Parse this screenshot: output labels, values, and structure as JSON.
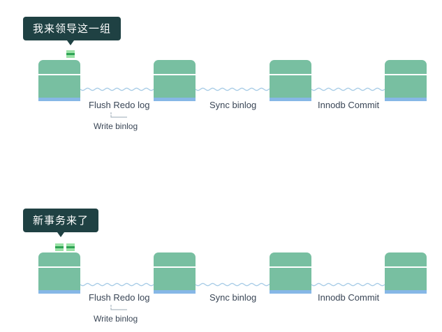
{
  "panels": [
    {
      "callout": "我来领导这一组",
      "token_count": 1,
      "steps": [
        "Flush Redo log",
        "Sync binlog",
        "Innodb Commit"
      ],
      "sub_step": "Write binlog"
    },
    {
      "callout": "新事务来了",
      "token_count": 2,
      "steps": [
        "Flush Redo log",
        "Sync binlog",
        "Innodb Commit"
      ],
      "sub_step": "Write binlog"
    }
  ],
  "colors": {
    "stage": "#78bfa1",
    "stage_base": "#86b7e6",
    "callout": "#1f4143",
    "token": "#9ae2a6",
    "token_stripe": "#2fa454",
    "wave": "#a6cbe6"
  }
}
